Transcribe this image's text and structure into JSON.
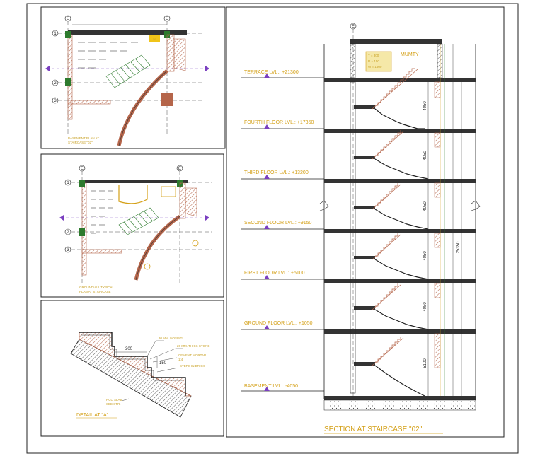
{
  "levels": [
    {
      "label": "TERRACE LVL.: +21300"
    },
    {
      "label": "FOURTH FLOOR LVL.: +17350"
    },
    {
      "label": "THIRD FLOOR LVL.: +13200"
    },
    {
      "label": "SECOND FLOOR LVL.: +9150"
    },
    {
      "label": "FIRST FLOOR LVL.: +5100"
    },
    {
      "label": "GROUND FLOOR LVL.: +1050"
    },
    {
      "label": "BASEMENT LVL.: -4050"
    }
  ],
  "section": {
    "title": "SECTION AT STAIRCASE \"02\"",
    "mumty": "MUMTY",
    "total_height": "25350",
    "floor_heights": [
      "4050",
      "4050",
      "4050",
      "4050",
      "4050",
      "5100"
    ],
    "grid_tag": "E",
    "riser_note": {
      "line1": "T = 300",
      "line2": "R = 150",
      "line3": "W = 1500"
    }
  },
  "plans": {
    "plan1_caption_line1": "BASEMENT PLAN AT",
    "plan1_caption_line2": "STAIRCASE \"02\"",
    "plan2_caption_line1": "GROUND/ALL TYPICAL",
    "plan2_caption_line2": "PLAN AT STAIRCASE",
    "grid_top_left": "E",
    "grid_top_right": "E",
    "grid_rows": [
      "1",
      "2",
      "3"
    ]
  },
  "detail": {
    "title": "DETAIL AT \"A\"",
    "tread": "300",
    "riser": "150",
    "note1": "30 MM. NOSING",
    "note2": "20 MM. THICK STONE",
    "note3": "CEMENT MORTAR",
    "note4": "1:4",
    "note5": "STEPS IN BRICK",
    "note6": "RCC SLAB",
    "note7": "SEE STR."
  },
  "colors": {
    "accent": "#d4a017",
    "wall": "#b5654a",
    "line": "#222222",
    "level": "#7a3fc0"
  }
}
